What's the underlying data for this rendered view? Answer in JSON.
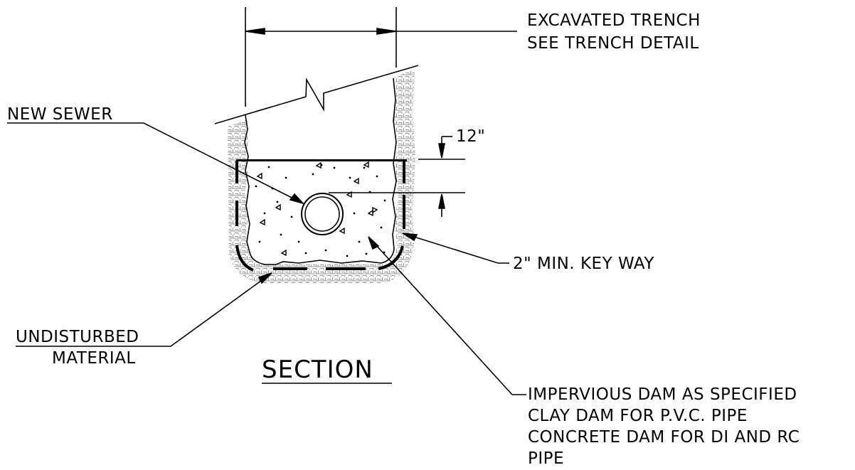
{
  "labels": {
    "trench_line1": "EXCAVATED TRENCH",
    "trench_line2": "SEE TRENCH DETAIL",
    "new_sewer": "NEW SEWER",
    "dim_12": "12\"",
    "keyway": "2\" MIN. KEY WAY",
    "undisturbed_line1": "UNDISTURBED",
    "undisturbed_line2": "MATERIAL",
    "section": "SECTION",
    "dam_line1": "IMPERVIOUS DAM AS SPECIFIED",
    "dam_line2": "CLAY DAM FOR P.V.C. PIPE",
    "dam_line3": "CONCRETE DAM FOR DI AND RC",
    "dam_line4": "PIPE"
  },
  "colors": {
    "ink": "#000000",
    "soil_hatch": "#9a9a9a",
    "background": "#ffffff"
  }
}
